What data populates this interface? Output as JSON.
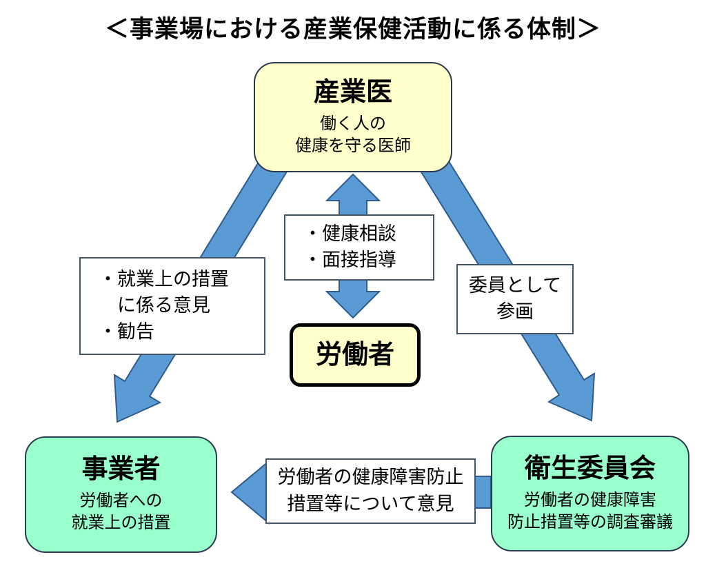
{
  "title": "＜事業場における産業保健活動に係る体制＞",
  "nodes": {
    "sangyoui": {
      "title": "産業医",
      "desc1": "働く人の",
      "desc2": "健康を守る医師"
    },
    "roudousha": {
      "title": "労働者"
    },
    "jigyousha": {
      "title": "事業者",
      "desc1": "労働者への",
      "desc2": "就業上の措置"
    },
    "eisei": {
      "title": "衛生委員会",
      "desc1": "労働者の健康障害",
      "desc2": "防止措置等の調査審議"
    }
  },
  "labels": {
    "consult": {
      "line1": "・健康相談",
      "line2": "・面接指導"
    },
    "measures": {
      "line1": "・就業上の措置",
      "line2": "　に係る意見",
      "line3": "・勧告"
    },
    "committee": {
      "line1": "委員として",
      "line2": "参画"
    },
    "opinion": {
      "line1": "労働者の健康障害防止",
      "line2": "措置等について意見"
    }
  },
  "colors": {
    "arrow_fill": "#5B9BD5",
    "arrow_stroke": "#2E5B8A",
    "node_yellow": "#FFFFCC",
    "node_green": "#99FFCC",
    "node_border": "#2D3B52",
    "worker_border": "#000000",
    "label_border": "#44546A"
  }
}
